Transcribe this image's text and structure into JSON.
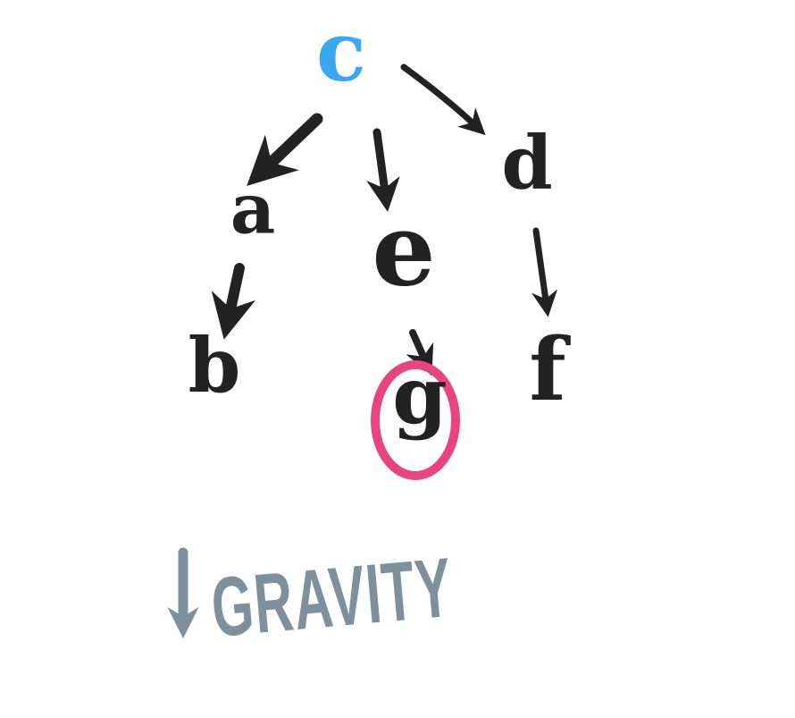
{
  "colors": {
    "ink": "#222222",
    "root": "#3aa7f0",
    "highlight": "#e8457e",
    "gravity": "#7e909c",
    "background": "#ffffff"
  },
  "nodes": {
    "c": "c",
    "a": "a",
    "e": "e",
    "d": "d",
    "b": "b",
    "g": "g",
    "f": "f"
  },
  "gravity": {
    "arrow_icon": "down-arrow-icon",
    "label": "GRAVITY"
  }
}
